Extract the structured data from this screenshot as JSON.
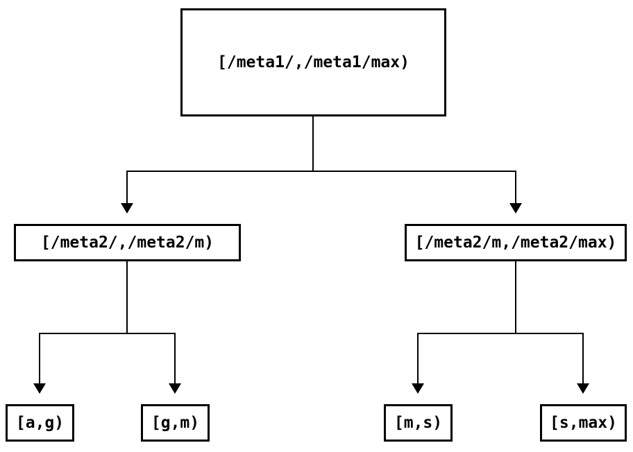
{
  "diagram": {
    "type": "interval-partition-tree",
    "background_color": "#ffffff",
    "line_color": "#000000",
    "text_color": "#000000",
    "root": {
      "label": "[/meta1/,/meta1/max)"
    },
    "level2": [
      {
        "label": "[/meta2/,/meta2/m)"
      },
      {
        "label": "[/meta2/m,/meta2/max)"
      }
    ],
    "leaves": [
      {
        "label": "[a,g)"
      },
      {
        "label": "[g,m)"
      },
      {
        "label": "[m,s)"
      },
      {
        "label": "[s,max)"
      }
    ]
  }
}
